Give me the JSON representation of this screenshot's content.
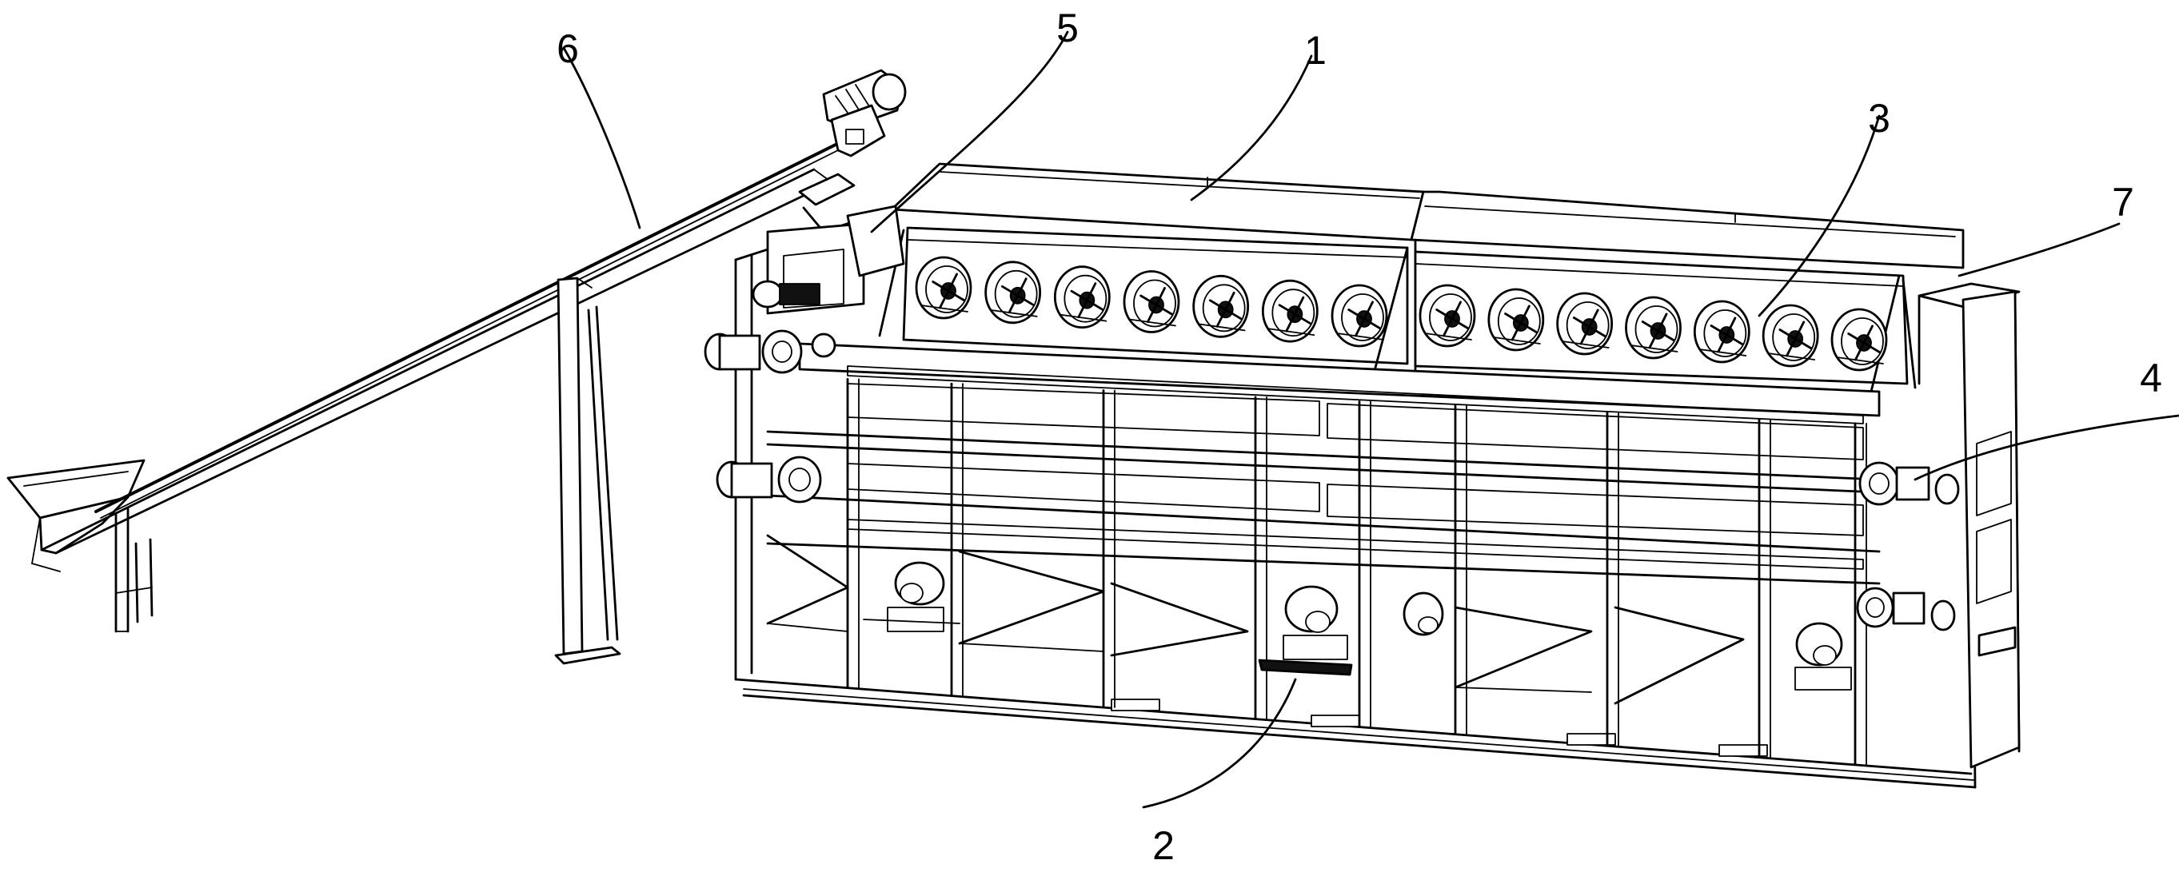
{
  "figure": {
    "labels": {
      "l1": "1",
      "l2": "2",
      "l3": "3",
      "l4": "4",
      "l5": "5",
      "l6": "6",
      "l7": "7"
    },
    "parts": {
      "fans_per_bank": 7
    }
  }
}
